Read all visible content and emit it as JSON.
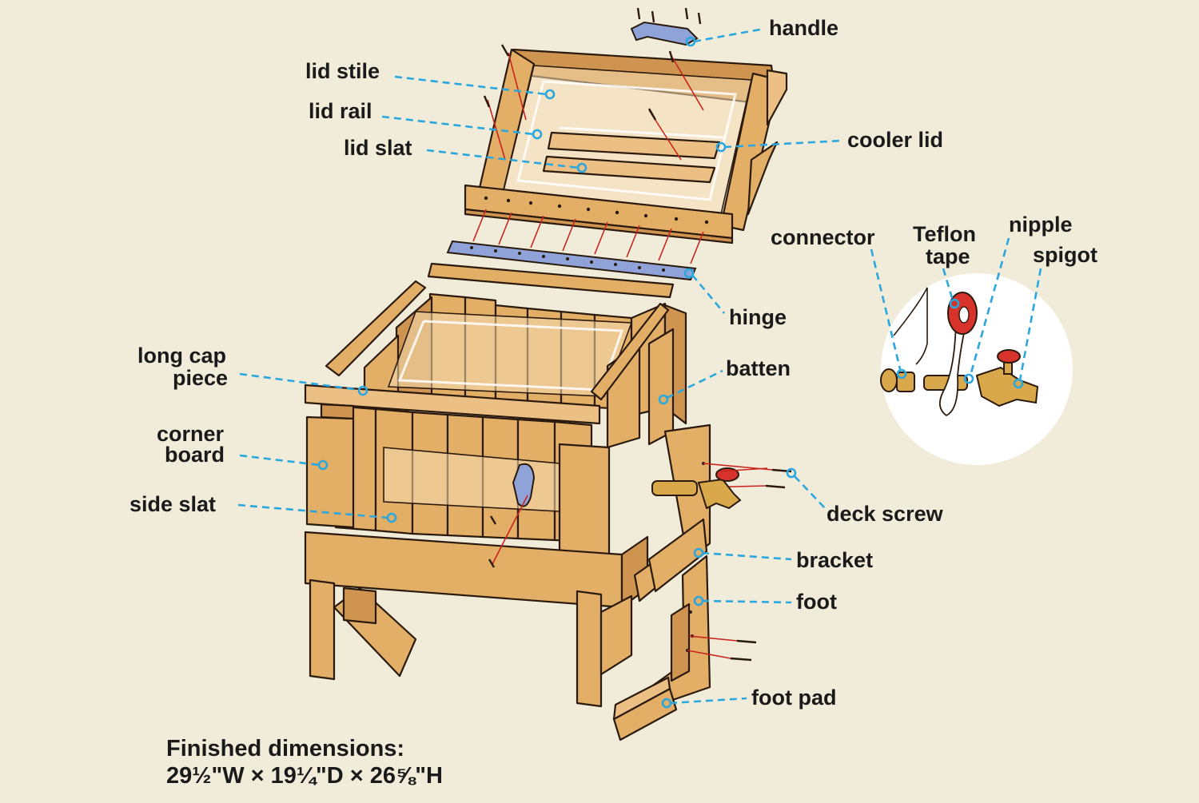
{
  "labels": {
    "handle": "handle",
    "lid_stile": "lid stile",
    "lid_rail": "lid rail",
    "lid_slat": "lid slat",
    "cooler_lid": "cooler lid",
    "connector": "connector",
    "teflon_tape_1": "Teflon",
    "teflon_tape_2": "tape",
    "nipple": "nipple",
    "spigot": "spigot",
    "hinge": "hinge",
    "long_cap_piece_1": "long cap",
    "long_cap_piece_2": "piece",
    "batten": "batten",
    "corner_board_1": "corner",
    "corner_board_2": "board",
    "side_slat": "side slat",
    "deck_screw": "deck screw",
    "bracket": "bracket",
    "foot": "foot",
    "foot_pad": "foot pad"
  },
  "dimensions": {
    "heading": "Finished dimensions:",
    "value": "29½\"W × 19¼\"D × 26⅝\"H"
  },
  "colors": {
    "background": "#f1ecd9",
    "wood": "#e3ae66",
    "leader": "#2aa7de",
    "hardware": "#8fa3d8",
    "valve": "#d8332a",
    "brass": "#d9a84a"
  }
}
